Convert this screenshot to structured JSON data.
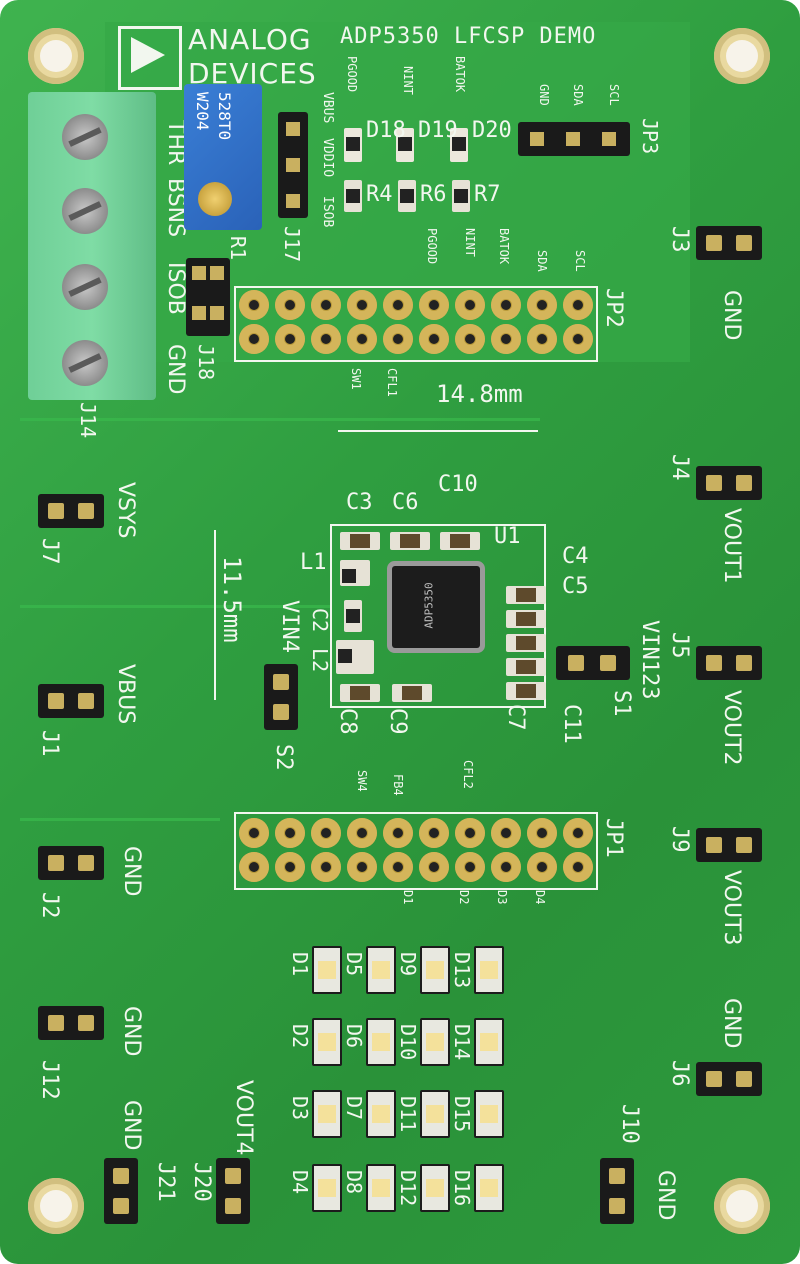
{
  "board": {
    "title": "ADP5350 LFCSP DEMO",
    "brand_line1": "ANALOG",
    "brand_line2": "DEVICES",
    "dim_h": "14.8mm",
    "dim_v": "11.5mm"
  },
  "top_labels": {
    "pgood": "PGOOD",
    "nint": "NINT",
    "batok": "BATOK",
    "gnd": "GND",
    "sda": "SDA",
    "scl": "SCL",
    "vbus": "VBUS",
    "vddio": "VDDIO",
    "isob": "ISOB"
  },
  "terminal_labels": {
    "thr": "THR",
    "bsns": "BSNS",
    "isob": "ISOB",
    "gnd": "GND"
  },
  "jp2_labels": {
    "pgood": "PGOOD",
    "nint": "NINT",
    "batok": "BATOK",
    "sda": "SDA",
    "scl": "SCL",
    "sw1": "SW1",
    "cfl1": "CFL1"
  },
  "jp1_labels": {
    "sw4": "SW4",
    "fb4": "FB4",
    "cfl2": "CFL2",
    "d1": "D1",
    "d2": "D2",
    "d3": "D3",
    "d4": "D4"
  },
  "designators": {
    "d18": "D18",
    "d19": "D19",
    "d20": "D20",
    "r4": "R4",
    "r6": "R6",
    "r7": "R7",
    "r1": "R1",
    "j17": "J17",
    "j18": "J18",
    "j14": "J14",
    "jp3": "JP3",
    "jp2": "JP2",
    "jp1": "JP1",
    "j3": "J3",
    "j4": "J4",
    "j5": "J5",
    "j9": "J9",
    "j6": "J6",
    "j10": "J10",
    "j7": "J7",
    "j1": "J1",
    "j2": "J2",
    "j12": "J12",
    "j21": "J21",
    "j20": "J20",
    "c3": "C3",
    "c6": "C6",
    "c10": "C10",
    "u1": "U1",
    "l1": "L1",
    "c2": "C2",
    "l2": "L2",
    "c4": "C4",
    "c5": "C5",
    "c8": "C8",
    "c9": "C9",
    "c7": "C7",
    "c11": "C11",
    "s1": "S1",
    "s2": "S2",
    "vin4": "VIN4",
    "vin123": "VIN123",
    "d1": "D1",
    "d2": "D2",
    "d3": "D3",
    "d4": "D4",
    "d5": "D5",
    "d6": "D6",
    "d7": "D7",
    "d8": "D8",
    "d9": "D9",
    "d10": "D10",
    "d11": "D11",
    "d12": "D12",
    "d13": "D13",
    "d14": "D14",
    "d15": "D15",
    "d16": "D16"
  },
  "net_labels": {
    "vsys": "VSYS",
    "vbus": "VBUS",
    "gnd_j2": "GND",
    "gnd_j12": "GND",
    "gnd_j21": "GND",
    "vout4": "VOUT4",
    "gnd_j3": "GND",
    "vout1": "VOUT1",
    "vout2": "VOUT2",
    "vout3": "VOUT3",
    "gnd_j6": "GND",
    "gnd_j10": "GND"
  },
  "pot": {
    "line1": "528T0",
    "line2": "W204"
  },
  "chip": {
    "marking": "ADP5350"
  }
}
